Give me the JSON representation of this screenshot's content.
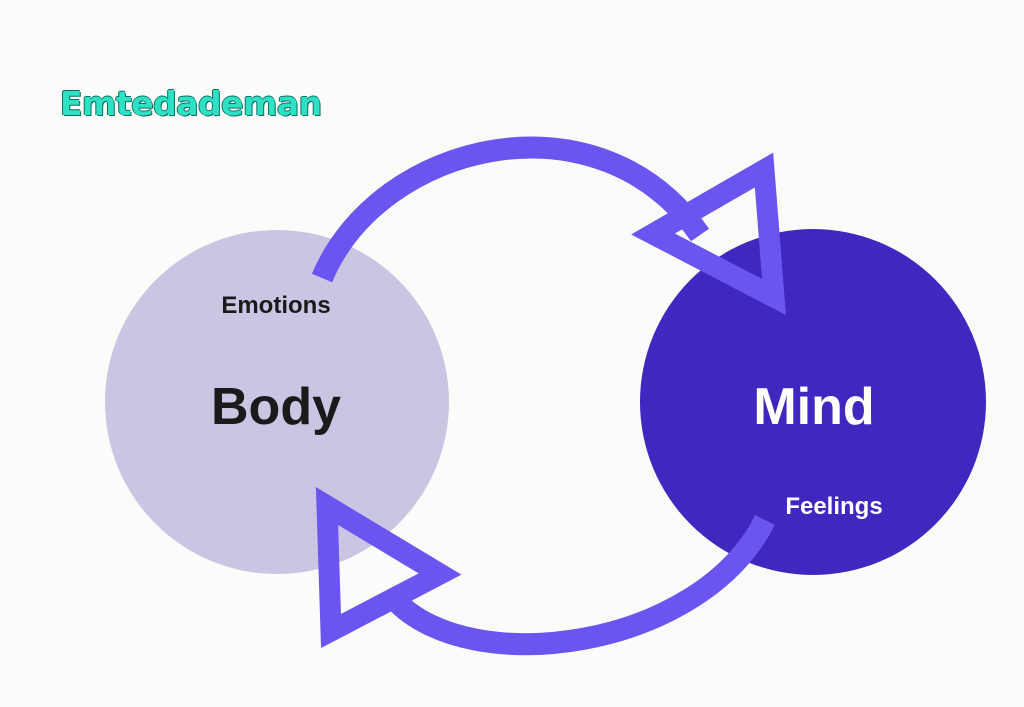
{
  "watermark": "Emtedademan",
  "nodes": {
    "body": {
      "title": "Body",
      "label": "Emotions"
    },
    "mind": {
      "title": "Mind",
      "label": "Feelings"
    }
  },
  "colors": {
    "background": "#fbfbf9",
    "body_circle": "#cbc4e2",
    "mind_circle": "#3f27bf",
    "arrow": "#6a55f0",
    "body_text": "#1a1a1a",
    "mind_text": "#ffffff",
    "watermark": "#2ee0c4"
  }
}
